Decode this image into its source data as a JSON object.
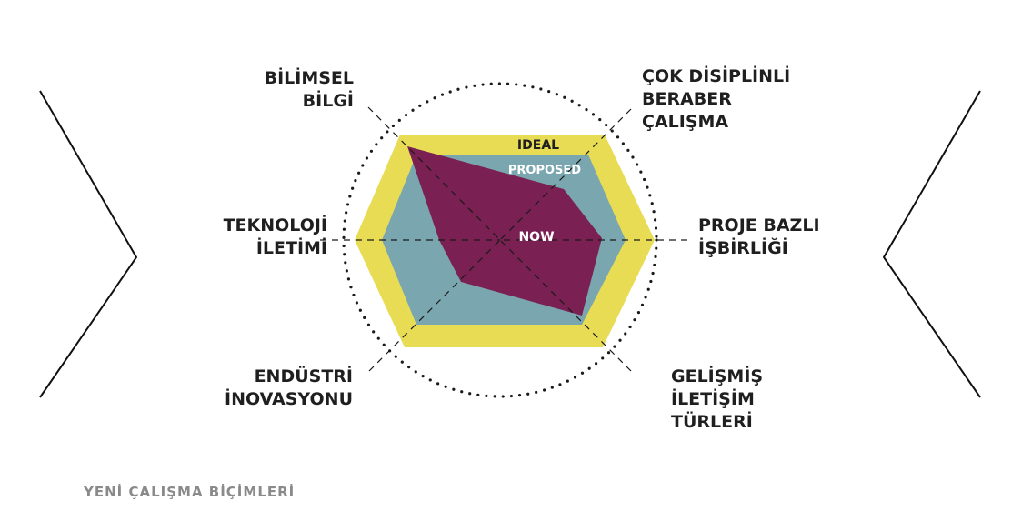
{
  "diagram": {
    "axes": [
      {
        "id": "bilimsel-bilgi",
        "lines": [
          "BİLİMSEL",
          "BİLGİ"
        ]
      },
      {
        "id": "cok-disiplinli",
        "lines": [
          "ÇOK DİSİPLİNLİ",
          "BERABER",
          "ÇALIŞMA"
        ]
      },
      {
        "id": "proje-bazli",
        "lines": [
          "PROJE BAZLI",
          "İŞBİRLİĞİ"
        ]
      },
      {
        "id": "gelismis-iletisim",
        "lines": [
          "GELİŞMİŞ",
          "İLETİŞİM",
          "TÜRLERİ"
        ]
      },
      {
        "id": "endustri-inovasyonu",
        "lines": [
          "ENDÜSTRİ",
          "İNOVASYONU"
        ]
      },
      {
        "id": "teknoloji-iletimi",
        "lines": [
          "TEKNOLOJİ",
          "İLETİMİ"
        ]
      }
    ],
    "layers": {
      "ideal": {
        "label": "IDEAL",
        "color": "#e8dc55"
      },
      "proposed": {
        "label": "PROPOSED",
        "color": "#7aa6af"
      },
      "now": {
        "label": "NOW",
        "color": "#7a2052"
      }
    },
    "caption": "YENİ ÇALIŞMA BİÇİMLERİ"
  }
}
